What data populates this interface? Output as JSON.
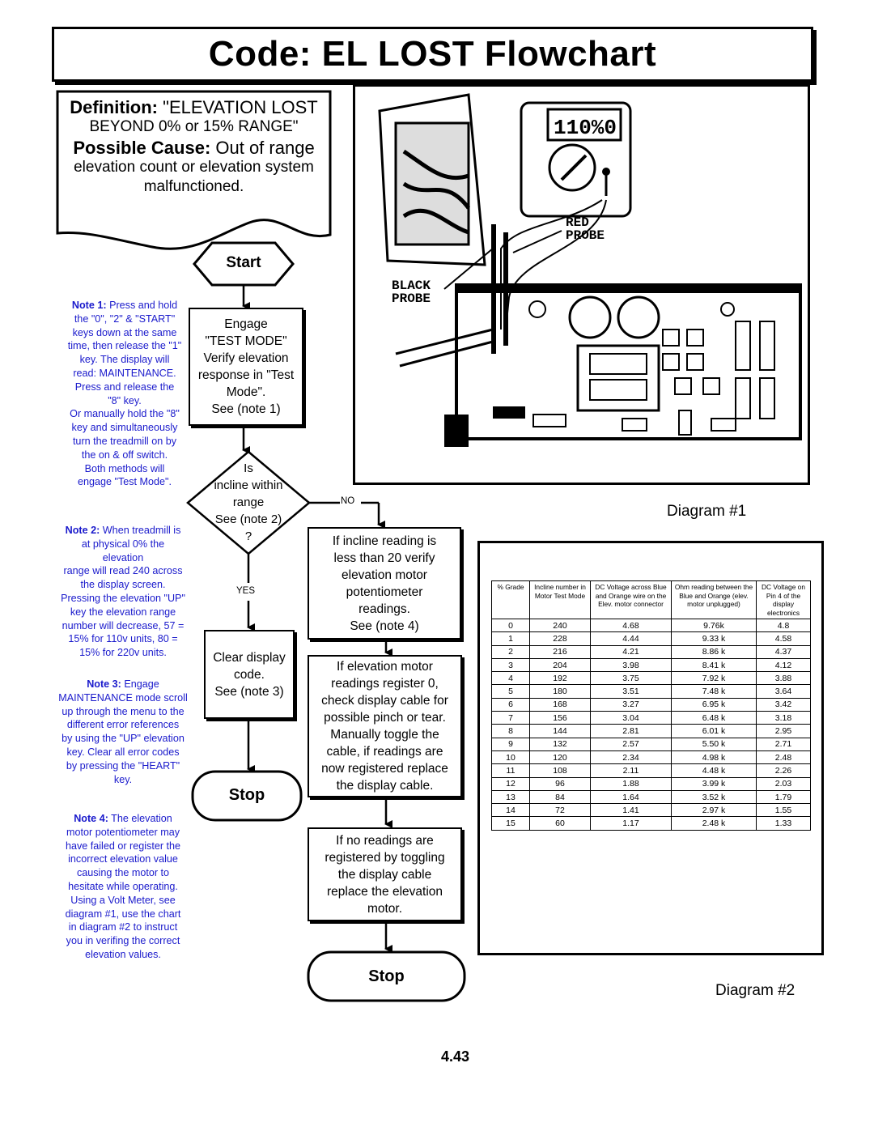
{
  "title": "Code: EL LOST Flowchart",
  "definition": {
    "line1_bold": "Definition:",
    "line1_rest": " \"ELEVATION LOST",
    "line2": "BEYOND 0% or 15% RANGE\"",
    "line3_bold": "Possible Cause:",
    "line3_rest": " Out of range",
    "line4": "elevation count or elevation system",
    "line5": "malfunctioned."
  },
  "diagram1": {
    "caption": "Diagram #1",
    "labels": {
      "red_probe_1": "RED",
      "red_probe_2": "PROBE",
      "black_probe_1": "BLACK",
      "black_probe_2": "PROBE",
      "display": "110%0"
    }
  },
  "diagram2": {
    "caption": "Diagram #2",
    "headers": [
      "% Grade",
      "Incline number in Motor Test Mode",
      "DC Voltage across Blue and Orange wire on the Elev. motor connector",
      "Ohm reading between the Blue and Orange (elev. motor unplugged)",
      "DC Voltage on Pin 4 of the display electronics"
    ],
    "rows": [
      [
        "0",
        "240",
        "4.68",
        "9.76k",
        "4.8"
      ],
      [
        "1",
        "228",
        "4.44",
        "9.33 k",
        "4.58"
      ],
      [
        "2",
        "216",
        "4.21",
        "8.86 k",
        "4.37"
      ],
      [
        "3",
        "204",
        "3.98",
        "8.41 k",
        "4.12"
      ],
      [
        "4",
        "192",
        "3.75",
        "7.92 k",
        "3.88"
      ],
      [
        "5",
        "180",
        "3.51",
        "7.48 k",
        "3.64"
      ],
      [
        "6",
        "168",
        "3.27",
        "6.95 k",
        "3.42"
      ],
      [
        "7",
        "156",
        "3.04",
        "6.48 k",
        "3.18"
      ],
      [
        "8",
        "144",
        "2.81",
        "6.01 k",
        "2.95"
      ],
      [
        "9",
        "132",
        "2.57",
        "5.50 k",
        "2.71"
      ],
      [
        "10",
        "120",
        "2.34",
        "4.98 k",
        "2.48"
      ],
      [
        "11",
        "108",
        "2.11",
        "4.48 k",
        "2.26"
      ],
      [
        "12",
        "96",
        "1.88",
        "3.99 k",
        "2.03"
      ],
      [
        "13",
        "84",
        "1.64",
        "3.52 k",
        "1.79"
      ],
      [
        "14",
        "72",
        "1.41",
        "2.97 k",
        "1.55"
      ],
      [
        "15",
        "60",
        "1.17",
        "2.48 k",
        "1.33"
      ]
    ]
  },
  "flow": {
    "start": "Start",
    "engage": [
      "Engage",
      "\"TEST MODE\"",
      "Verify elevation",
      "response in \"Test",
      "Mode\".",
      "See (note 1)"
    ],
    "decision": [
      "Is",
      "incline within",
      "range",
      "See (note 2)",
      "?"
    ],
    "no_label": "NO",
    "yes_label": "YES",
    "clear_display": [
      "Clear display",
      "code.",
      "See (note 3)"
    ],
    "stop1": "Stop",
    "incline_reading": [
      "If incline reading is",
      "less than 20 verify",
      "elevation motor",
      "potentiometer",
      "readings.",
      "See (note 4)"
    ],
    "elev_motor": [
      "If elevation motor",
      "readings register 0,",
      "check display cable for",
      "possible pinch or tear.",
      "Manually toggle the",
      "cable, if readings are",
      "now registered replace",
      "the display cable."
    ],
    "no_readings": [
      "If no readings are",
      "registered by toggling",
      "the display cable",
      "replace the elevation",
      "motor."
    ],
    "stop2": "Stop"
  },
  "notes": {
    "note1_label": "Note 1:",
    "note1": [
      "Press and hold",
      "the \"0\", \"2\" & \"START\"",
      "keys down at the same",
      "time, then release the \"1\"",
      "key. The display will",
      "read: MAINTENANCE.",
      "Press and release the",
      "\"8\" key.",
      "Or manually hold the \"8\"",
      "key and simultaneously",
      "turn the treadmill on by",
      "the on & off switch.",
      "Both methods will",
      "engage \"Test Mode\"."
    ],
    "note2_label": "Note 2:",
    "note2": [
      "When treadmill is",
      "at physical 0% the",
      "elevation",
      "range will read 240 across",
      "the display screen.",
      "Pressing the elevation \"UP\"",
      "key the elevation range",
      "number will decrease, 57 =",
      "15% for 110v units, 80 =",
      "15% for 220v units."
    ],
    "note3_label": "Note 3:",
    "note3": [
      "Engage",
      "MAINTENANCE mode scroll",
      "up through the menu to the",
      "different error references",
      "by using the \"UP\" elevation",
      "key. Clear all error codes",
      "by pressing the \"HEART\"",
      "key."
    ],
    "note4_label": "Note 4:",
    "note4": [
      "The elevation",
      "motor potentiometer may",
      "have failed or register the",
      "incorrect elevation value",
      "causing the motor to",
      "hesitate while operating.",
      "Using a Volt Meter, see",
      "diagram #1, use the chart",
      "in diagram #2 to instruct",
      "you in verifing the  correct",
      "elevation values."
    ]
  },
  "page_number": "4.43"
}
